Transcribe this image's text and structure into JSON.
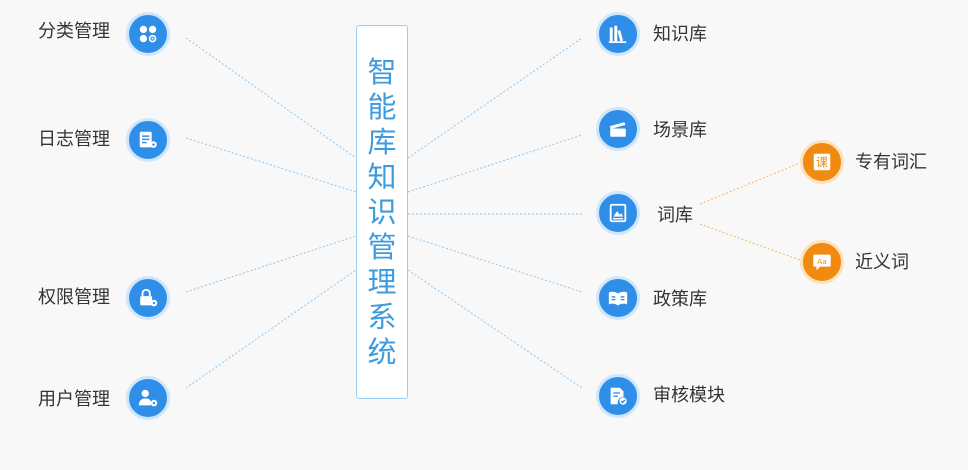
{
  "center": {
    "title_chars": [
      "智",
      "能",
      "库",
      "知",
      "识",
      "管",
      "理",
      "系",
      "统"
    ]
  },
  "left_nodes": [
    {
      "label": "分类管理",
      "icon": "category-gear-icon"
    },
    {
      "label": "日志管理",
      "icon": "log-gear-icon"
    },
    {
      "label": "权限管理",
      "icon": "lock-gear-icon"
    },
    {
      "label": "用户管理",
      "icon": "user-gear-icon"
    }
  ],
  "right_nodes": [
    {
      "label": "知识库",
      "icon": "books-icon"
    },
    {
      "label": "场景库",
      "icon": "clapperboard-icon"
    },
    {
      "label": "词库",
      "icon": "photo-book-icon"
    },
    {
      "label": "政策库",
      "icon": "policy-book-icon"
    },
    {
      "label": "审核模块",
      "icon": "document-check-icon"
    }
  ],
  "sub_nodes": [
    {
      "label": "专有词汇",
      "icon": "term-badge-icon",
      "icon_text": "课"
    },
    {
      "label": "近义词",
      "icon": "aa-bubble-icon",
      "icon_text": "Aa"
    }
  ],
  "colors": {
    "primary_blue": "#2f8fe8",
    "orange": "#f08a10",
    "blue_line": "#8ec6f2",
    "orange_line": "#f5b766"
  }
}
